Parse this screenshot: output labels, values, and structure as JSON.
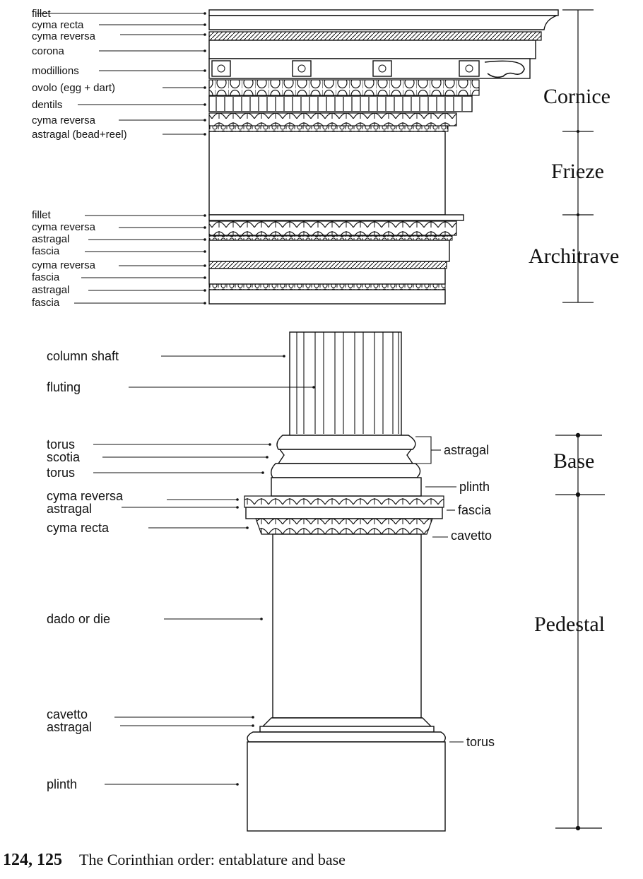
{
  "left_labels": [
    {
      "id": "fillet-top",
      "text": "fillet"
    },
    {
      "id": "cyma-recta-top",
      "text": "cyma recta"
    },
    {
      "id": "cyma-reversa-top",
      "text": "cyma reversa"
    },
    {
      "id": "corona",
      "text": "corona"
    },
    {
      "id": "modillions",
      "text": "modillions"
    },
    {
      "id": "ovolo",
      "text": "ovolo (egg + dart)"
    },
    {
      "id": "dentils",
      "text": "dentils"
    },
    {
      "id": "cyma-reversa-cornice",
      "text": "cyma reversa"
    },
    {
      "id": "astragal-bead-reel",
      "text": "astragal (bead+reel)"
    },
    {
      "id": "fillet-architrave",
      "text": "fillet"
    },
    {
      "id": "cyma-reversa-architrave-1",
      "text": "cyma reversa"
    },
    {
      "id": "astragal-architrave-1",
      "text": "astragal"
    },
    {
      "id": "fascia-architrave-1",
      "text": "fascia"
    },
    {
      "id": "cyma-reversa-architrave-2",
      "text": "cyma reversa"
    },
    {
      "id": "fascia-architrave-2",
      "text": "fascia"
    },
    {
      "id": "astragal-architrave-2",
      "text": "astragal"
    },
    {
      "id": "fascia-architrave-3",
      "text": "fascia"
    },
    {
      "id": "column-shaft",
      "text": "column shaft"
    },
    {
      "id": "fluting",
      "text": "fluting"
    },
    {
      "id": "torus-base-1",
      "text": "torus"
    },
    {
      "id": "scotia",
      "text": "scotia"
    },
    {
      "id": "torus-base-2",
      "text": "torus"
    },
    {
      "id": "cyma-reversa-pedestal",
      "text": "cyma reversa"
    },
    {
      "id": "astragal-pedestal",
      "text": "astragal"
    },
    {
      "id": "cyma-recta-pedestal",
      "text": "cyma recta"
    },
    {
      "id": "dado",
      "text": "dado or die"
    },
    {
      "id": "cavetto-lower",
      "text": "cavetto"
    },
    {
      "id": "astragal-lower",
      "text": "astragal"
    },
    {
      "id": "plinth-lower",
      "text": "plinth"
    }
  ],
  "right_labels": [
    {
      "id": "astragal-right",
      "text": "astragal"
    },
    {
      "id": "plinth-right",
      "text": "plinth"
    },
    {
      "id": "fascia-right",
      "text": "fascia"
    },
    {
      "id": "cavetto-right",
      "text": "cavetto"
    },
    {
      "id": "torus-right",
      "text": "torus"
    }
  ],
  "zones": {
    "cornice": "Cornice",
    "frieze": "Frieze",
    "architrave": "Architrave",
    "base": "Base",
    "pedestal": "Pedestal"
  },
  "caption": {
    "figure_numbers": "124, 125",
    "text": "The Corinthian order: entablature and base"
  }
}
